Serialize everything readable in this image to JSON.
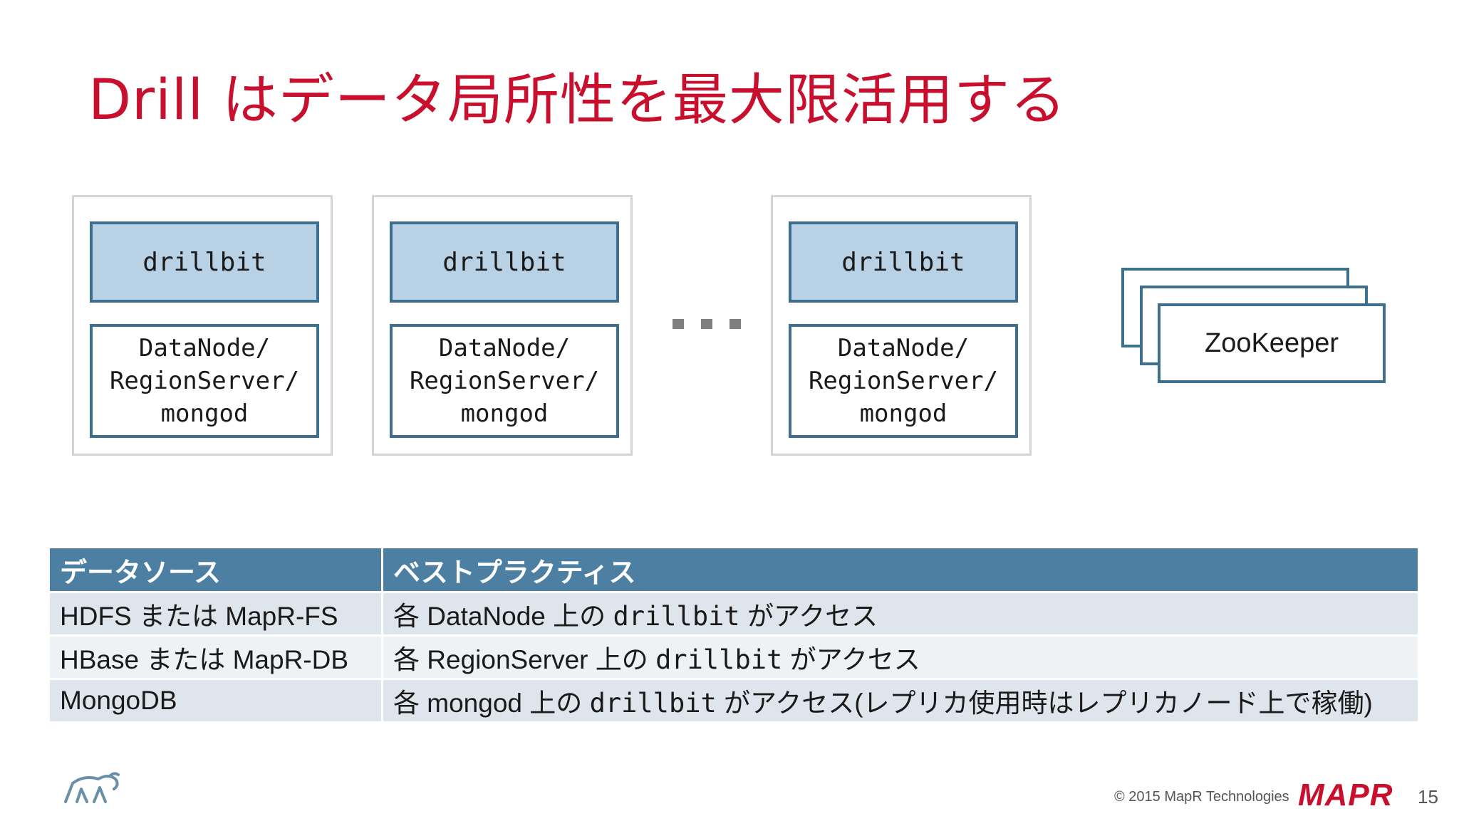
{
  "slide": {
    "title": "Drill はデータ局所性を最大限活用する"
  },
  "servers": [
    {
      "drillbit": "drillbit",
      "node_lines": [
        "DataNode/",
        "RegionServer/",
        "mongod"
      ]
    },
    {
      "drillbit": "drillbit",
      "node_lines": [
        "DataNode/",
        "RegionServer/",
        "mongod"
      ]
    },
    {
      "drillbit": "drillbit",
      "node_lines": [
        "DataNode/",
        "RegionServer/",
        "mongod"
      ]
    }
  ],
  "zookeeper": {
    "label": "ZooKeeper"
  },
  "table": {
    "headers": [
      "データソース",
      "ベストプラクティス"
    ],
    "rows": [
      {
        "source": "HDFS または MapR-FS",
        "pre": "各 DataNode 上の ",
        "code": "drillbit",
        "post": " がアクセス"
      },
      {
        "source": "HBase または MapR-DB",
        "pre": "各 RegionServer 上の ",
        "code": "drillbit",
        "post": " がアクセス"
      },
      {
        "source": "MongoDB",
        "pre": "各 mongod 上の ",
        "code": "drillbit",
        "post": " がアクセス(レプリカ使用時はレプリカノード上で稼働)"
      }
    ]
  },
  "footer": {
    "copyright": "© 2015 MapR Technologies",
    "brand": "MAPR",
    "page_number": "15",
    "logo_icon": "elephant-icon"
  },
  "colors": {
    "title": "#c8102e",
    "drillbit_fill": "#b9d1e4",
    "box_border": "#3d6f8e",
    "table_header": "#4d7fa3",
    "row_odd": "#dfe5ec",
    "row_even": "#eff2f5"
  }
}
